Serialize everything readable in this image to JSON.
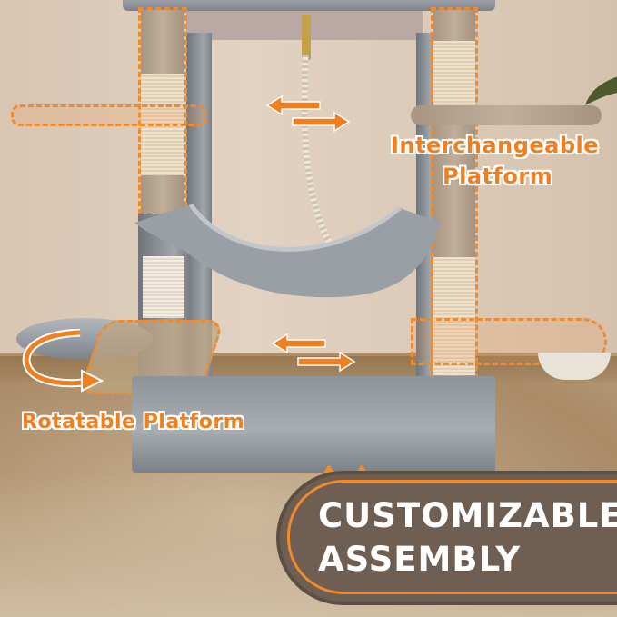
{
  "image": {
    "subject": "Grey cat tree with sisal scratching posts, hammock, rope toy and platforms",
    "palette": {
      "accent_orange": "#f07f1f",
      "banner_brown": "#6e5f52",
      "wall_beige": "#ddcbb9",
      "plush_grey": "#8b9096",
      "sisal_cream": "#efe1cc"
    }
  },
  "labels": {
    "interchangeable_line1": "Interchangeable",
    "interchangeable_line2": "Platform",
    "rotatable": "Rotatable Platform"
  },
  "banner": {
    "line1": "CUSTOMIZABLE",
    "line2": "ASSEMBLY"
  },
  "icons": {
    "top_arrows": "double-horizontal-arrows",
    "middle_arrows": "double-horizontal-arrows",
    "rotate_arrow": "curved-rotate-arrow"
  }
}
